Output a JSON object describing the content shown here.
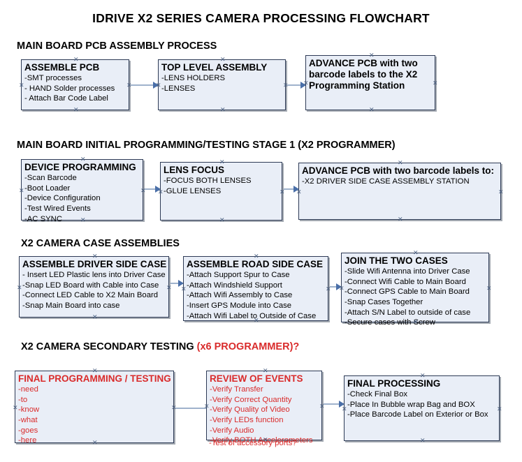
{
  "document": {
    "title": "IDRIVE X2  SERIES CAMERA PROCESSING FLOWCHART"
  },
  "colors": {
    "box_fill": "#e9eef7",
    "box_border": "#2d3a55",
    "connector_line": "#9fb2cc",
    "connector_arrow": "#4a6fa8",
    "accent_red": "#d92b2b",
    "text": "#000000"
  },
  "sections": [
    {
      "id": "main-board-pcb-assembly-process",
      "title": "MAIN BOARD PCB ASSEMBLY PROCESS",
      "title_accent": "",
      "boxes": [
        {
          "id": "assemble-pcb",
          "title": "ASSEMBLE PCB",
          "items": [
            "-SMT processes",
            "- HAND Solder processes",
            "- Attach Bar Code Label"
          ]
        },
        {
          "id": "top-level-assembly",
          "title": "TOP LEVEL ASSEMBLY",
          "items": [
            "-LENS HOLDERS",
            "-LENSES"
          ]
        },
        {
          "id": "advance-pcb-to-x2-programming-station",
          "title": "ADVANCE PCB with two barcode labels to the  X2 Programming Station",
          "items": []
        }
      ]
    },
    {
      "id": "main-board-initial-programming-testing-stage-1",
      "title": "MAIN BOARD INITIAL PROGRAMMING/TESTING STAGE 1 (X2 PROGRAMMER)",
      "title_accent": "",
      "boxes": [
        {
          "id": "device-programming",
          "title": "DEVICE PROGRAMMING",
          "items": [
            "-Scan Barcode",
            "-Boot Loader",
            "-Device Configuration",
            "-Test Wired Events",
            "-AC SYNC"
          ]
        },
        {
          "id": "lens-focus",
          "title": "LENS FOCUS",
          "items": [
            "-FOCUS BOTH LENSES",
            "-GLUE LENSES"
          ]
        },
        {
          "id": "advance-pcb-to-driver-side-case-assembly",
          "title": "ADVANCE PCB with two barcode labels to:",
          "items": [
            "-X2 DRIVER  SIDE  CASE  ASSEMBLY STATION"
          ]
        }
      ]
    },
    {
      "id": "x2-camera-case-assemblies",
      "title": "X2 CAMERA CASE ASSEMBLIES",
      "title_accent": "",
      "boxes": [
        {
          "id": "assemble-driver-side-case",
          "title": "ASSEMBLE DRIVER SIDE CASE",
          "items": [
            "- Insert LED Plastic lens into Driver Case",
            "-Snap LED Board with Cable into Case",
            "-Connect LED Cable to X2 Main Board",
            "-Snap Main Board into case"
          ]
        },
        {
          "id": "assemble-road-side-case",
          "title": "ASSEMBLE ROAD SIDE CASE",
          "items": [
            "-Attach Support Spur to Case",
            "-Attach Windshield Support",
            "-Attach Wifi Assembly to Case",
            "-Insert GPS Module into Case",
            "-Attach Wifi Label to Outside of Case"
          ]
        },
        {
          "id": "join-the-two-cases",
          "title": "JOIN THE TWO CASES",
          "items": [
            "-Slide Wifi Antenna into Driver Case",
            "-Connect Wifi Cable to Main Board",
            "-Connect GPS Cable to Main Board",
            "-Snap Cases Together",
            "-Attach S/N Label to outside of case",
            "-Secure cases with Screw"
          ]
        }
      ]
    },
    {
      "id": "x2-camera-secondary-testing",
      "title": "X2 CAMERA SECONDARY TESTING ",
      "title_accent": "(x6 PROGRAMMER)?",
      "boxes": [
        {
          "id": "final-programming-testing",
          "title": "FINAL PROGRAMMING / TESTING",
          "items": [
            "-need",
            "-to",
            "-know",
            "-what",
            "-goes",
            "-here"
          ]
        },
        {
          "id": "review-of-events",
          "title": "REVIEW OF EVENTS",
          "items": [
            "-Verify Transfer",
            "-Verify Correct Quantity",
            "-Verify Quality of Video",
            "-Verify LEDs function",
            "-Verify Audio",
            "-Verify BOTH Accelerometers"
          ],
          "overflow_item": "-Test of accessory ports?"
        },
        {
          "id": "final-processing",
          "title": "FINAL PROCESSING",
          "items": [
            " -Check Final Box",
            "-Place In Bubble wrap Bag and BOX",
            "-Place Barcode Label on Exterior or Box"
          ]
        }
      ]
    }
  ]
}
